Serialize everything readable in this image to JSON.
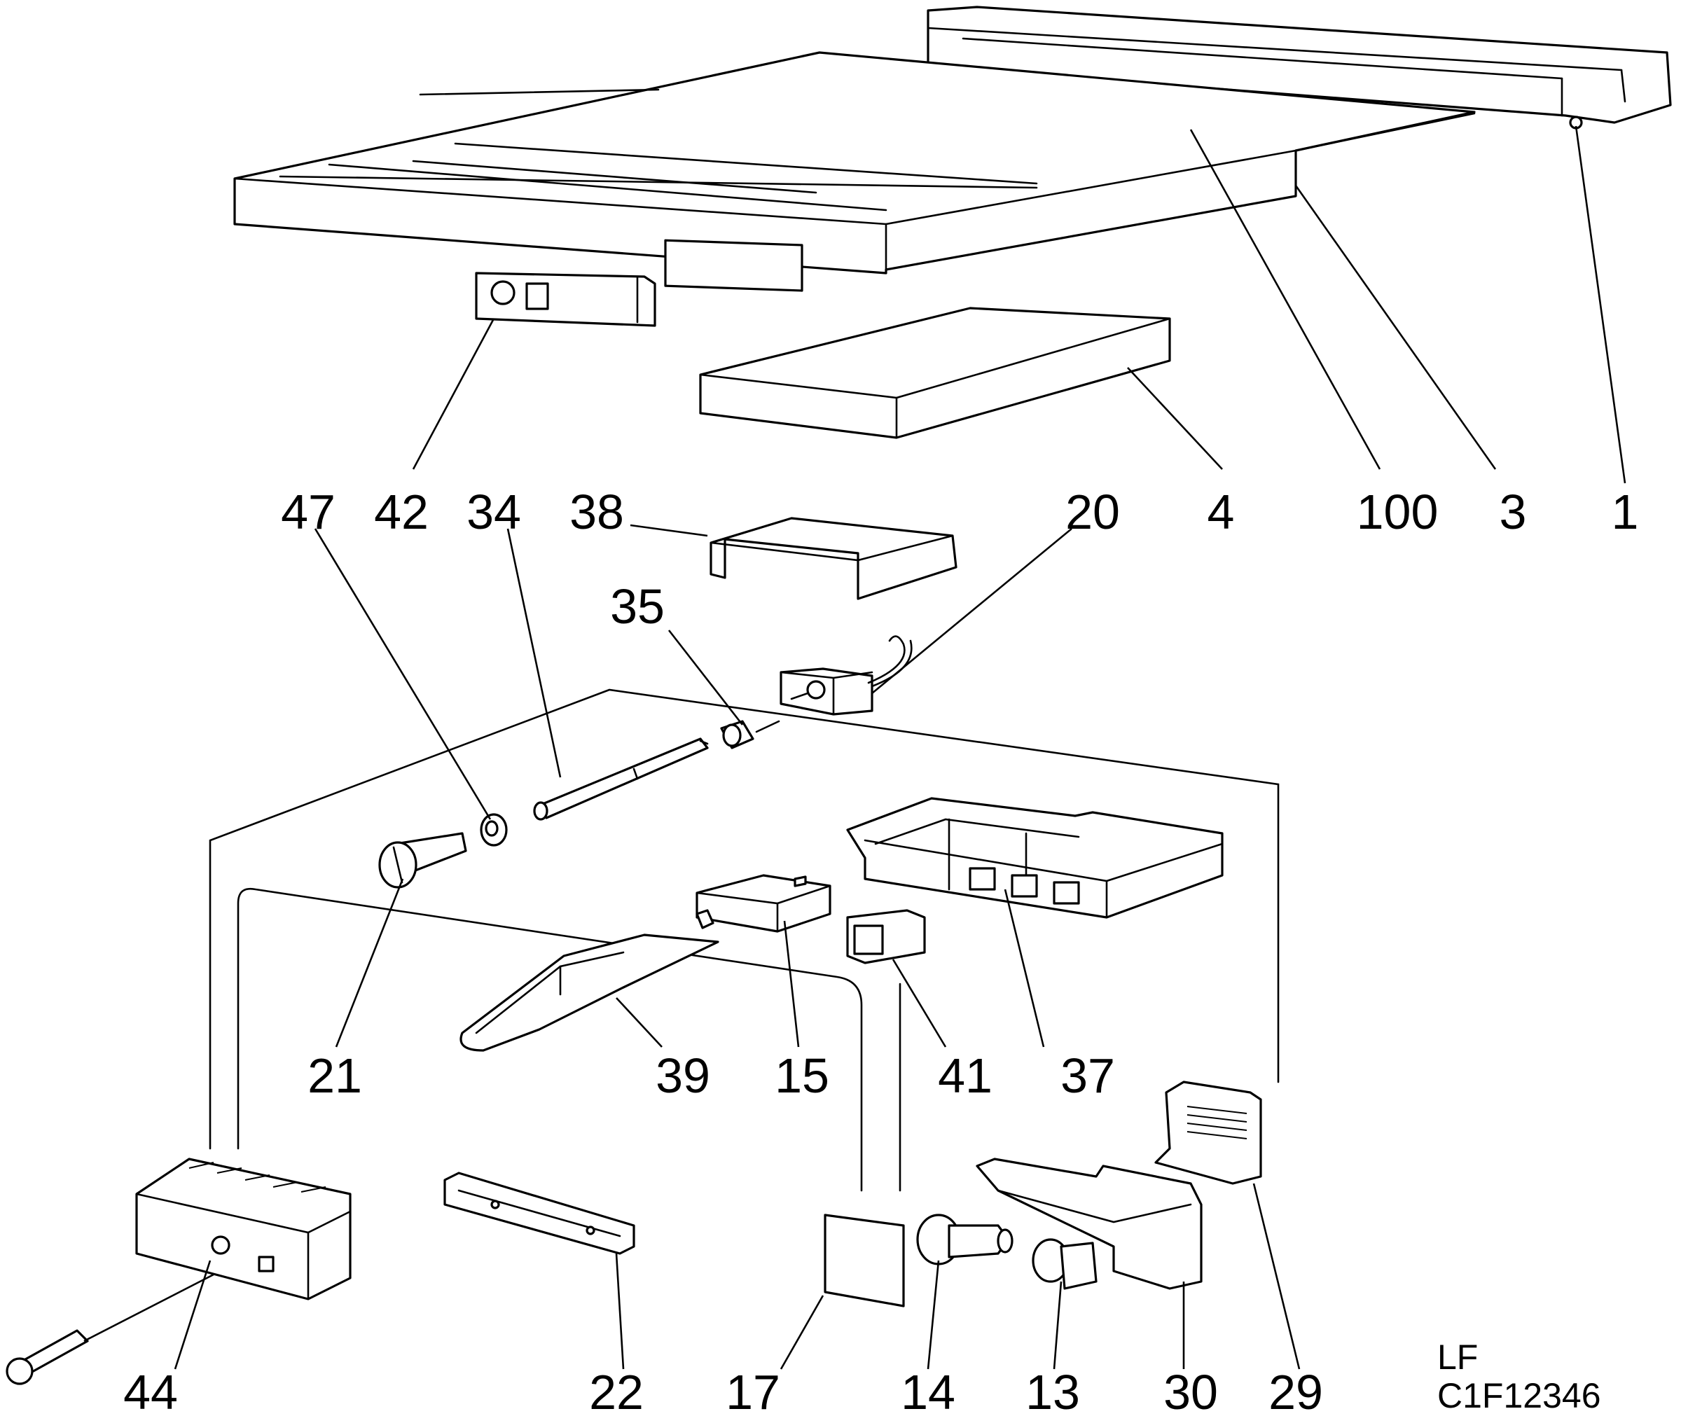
{
  "callouts": [
    "1",
    "3",
    "4",
    "13",
    "14",
    "15",
    "17",
    "20",
    "21",
    "22",
    "29",
    "30",
    "34",
    "35",
    "37",
    "38",
    "39",
    "41",
    "42",
    "44",
    "47",
    "100"
  ],
  "figure_code": [
    "LF",
    "C1F12346"
  ],
  "colors": {
    "ink": "#000000",
    "paper": "#ffffff"
  }
}
